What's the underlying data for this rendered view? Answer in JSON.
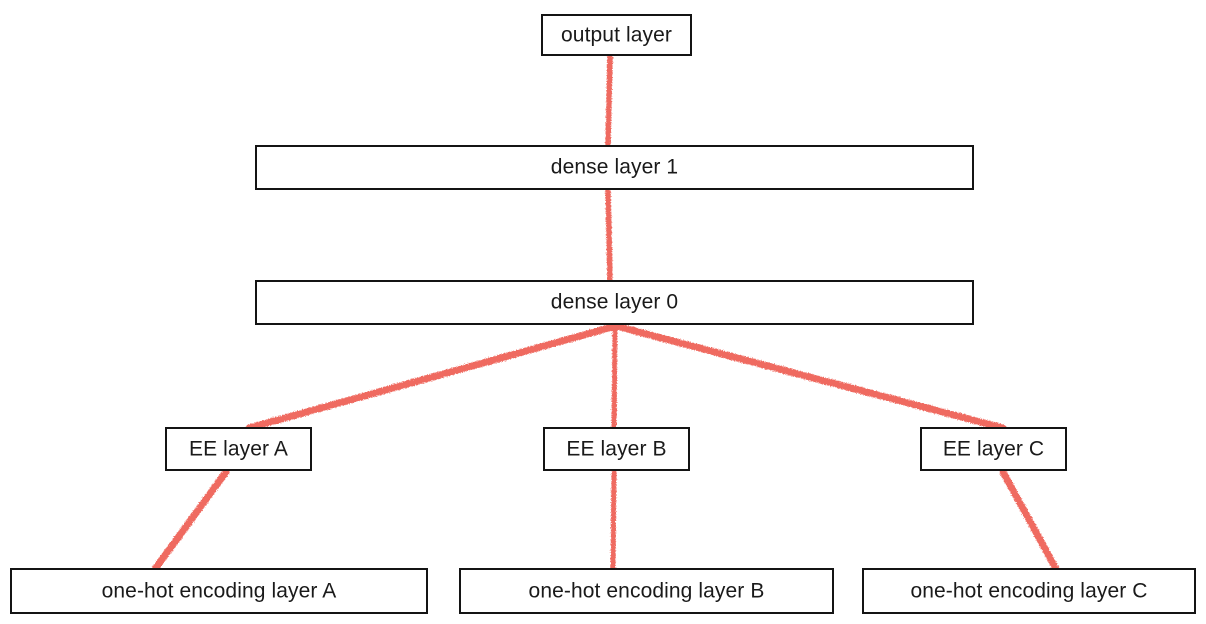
{
  "diagram": {
    "title": "neural network architecture diagram",
    "background_color": "#ffffff",
    "box_border_color": "#141414",
    "box_fill_color": "#ffffff",
    "text_color": "#1a1a1a",
    "edge_color": "#ef6a60",
    "nodes": {
      "output_layer": {
        "label": "output layer"
      },
      "dense_layer_1": {
        "label": "dense layer 1"
      },
      "dense_layer_0": {
        "label": "dense layer 0"
      },
      "ee_layer_a": {
        "label": "EE layer A"
      },
      "ee_layer_b": {
        "label": "EE layer B"
      },
      "ee_layer_c": {
        "label": "EE layer C"
      },
      "onehot_layer_a": {
        "label": "one-hot encoding layer A"
      },
      "onehot_layer_b": {
        "label": "one-hot encoding layer B"
      },
      "onehot_layer_c": {
        "label": "one-hot encoding layer C"
      }
    },
    "edges": [
      {
        "from": "dense_layer_1",
        "to": "output_layer"
      },
      {
        "from": "dense_layer_0",
        "to": "dense_layer_1"
      },
      {
        "from": "ee_layer_a",
        "to": "dense_layer_0"
      },
      {
        "from": "ee_layer_b",
        "to": "dense_layer_0"
      },
      {
        "from": "ee_layer_c",
        "to": "dense_layer_0"
      },
      {
        "from": "onehot_layer_a",
        "to": "ee_layer_a"
      },
      {
        "from": "onehot_layer_b",
        "to": "ee_layer_b"
      },
      {
        "from": "onehot_layer_c",
        "to": "ee_layer_c"
      }
    ]
  }
}
